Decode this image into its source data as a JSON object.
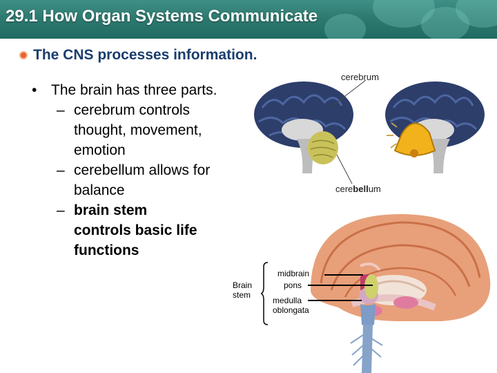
{
  "header": {
    "title": "29.1 How Organ Systems Communicate"
  },
  "heading": "The CNS processes information.",
  "bullets": {
    "main": "The brain has three parts.",
    "sub": [
      {
        "lines": [
          "cerebrum controls",
          "thought, movement,",
          "emotion"
        ]
      },
      {
        "lines": [
          "cerebellum allows for",
          "balance"
        ]
      },
      {
        "lines": [
          "brain stem",
          "controls basic life",
          "functions"
        ]
      }
    ]
  },
  "images": {
    "cerebrum_label": "cerebrum",
    "cerebellum_label_pre": "cere",
    "cerebellum_label_bold": "bell",
    "cerebellum_label_post": "um"
  },
  "diagram": {
    "brain_stem_label_1": "Brain",
    "brain_stem_label_2": "stem",
    "midbrain": "midbrain",
    "pons": "pons",
    "medulla_1": "medulla",
    "medulla_2": "oblongata"
  },
  "colors": {
    "header_bg": "#2f7a70",
    "heading_text": "#1a3d6d",
    "bullet_accent": "#e8632a"
  }
}
